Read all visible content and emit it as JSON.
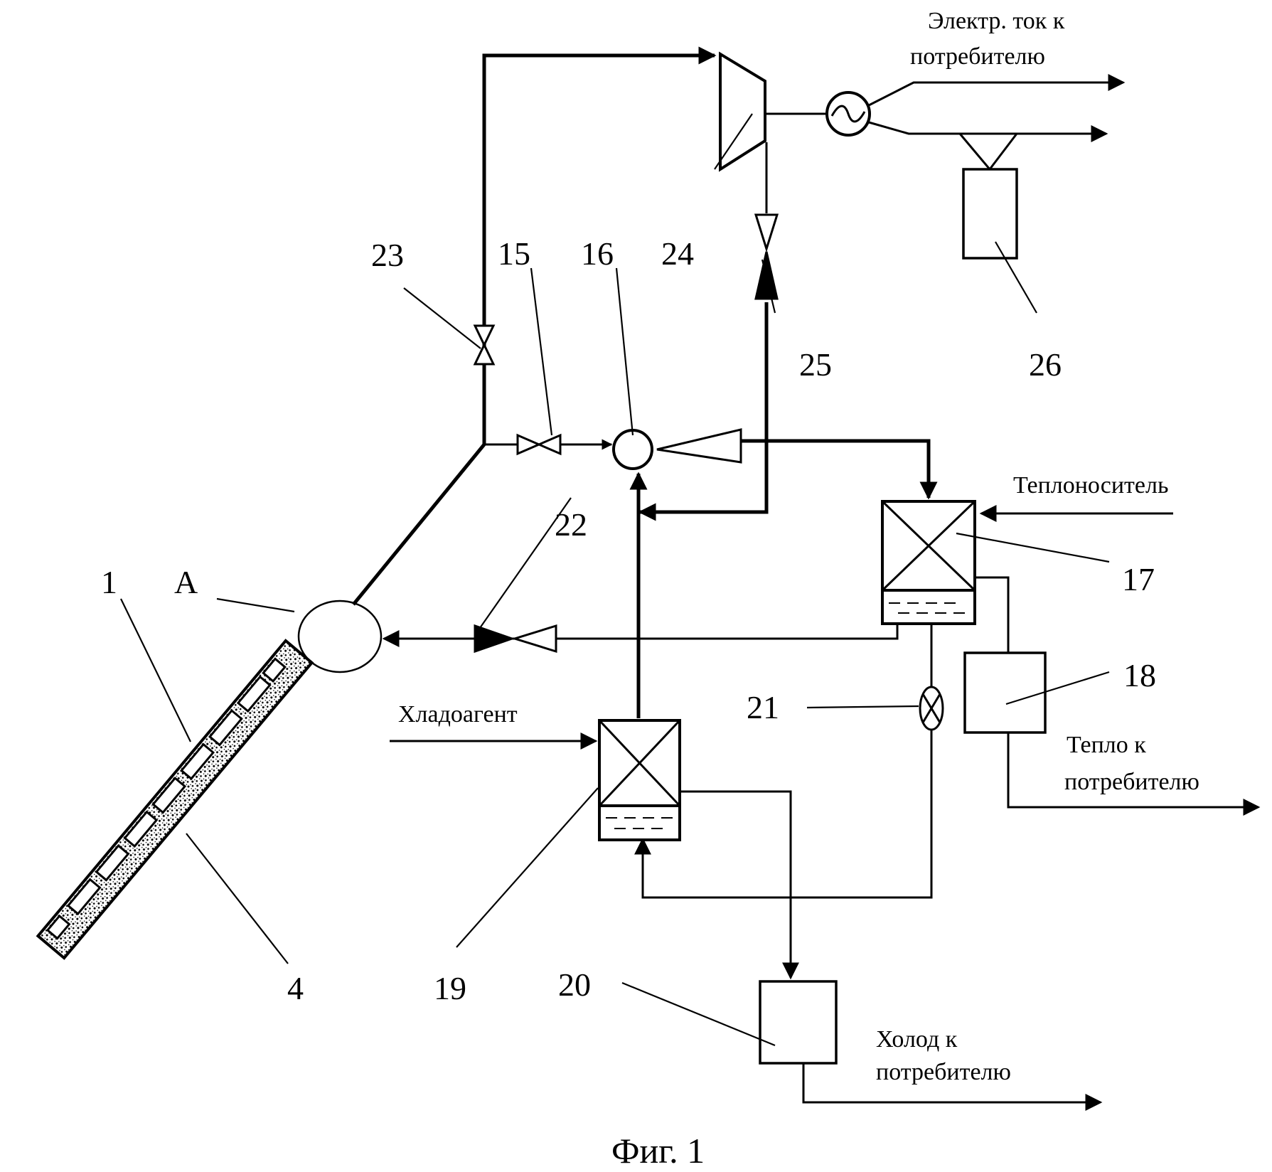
{
  "labels": {
    "n1": "1",
    "n4": "4",
    "nA": "А",
    "n15": "15",
    "n16": "16",
    "n17": "17",
    "n18": "18",
    "n19": "19",
    "n20": "20",
    "n21": "21",
    "n22": "22",
    "n23": "23",
    "n24": "24",
    "n25": "25",
    "n26": "26"
  },
  "flows": {
    "electric_line1": "Электр. ток к",
    "electric_line2": "потребителю",
    "heat_carrier": "Теплоноситель",
    "refrigerant": "Хладоагент",
    "heat_line1": "Тепло к",
    "heat_line2": "потребителю",
    "cold_line1": "Холод к",
    "cold_line2": "потребителю"
  },
  "caption": "Фиг. 1"
}
